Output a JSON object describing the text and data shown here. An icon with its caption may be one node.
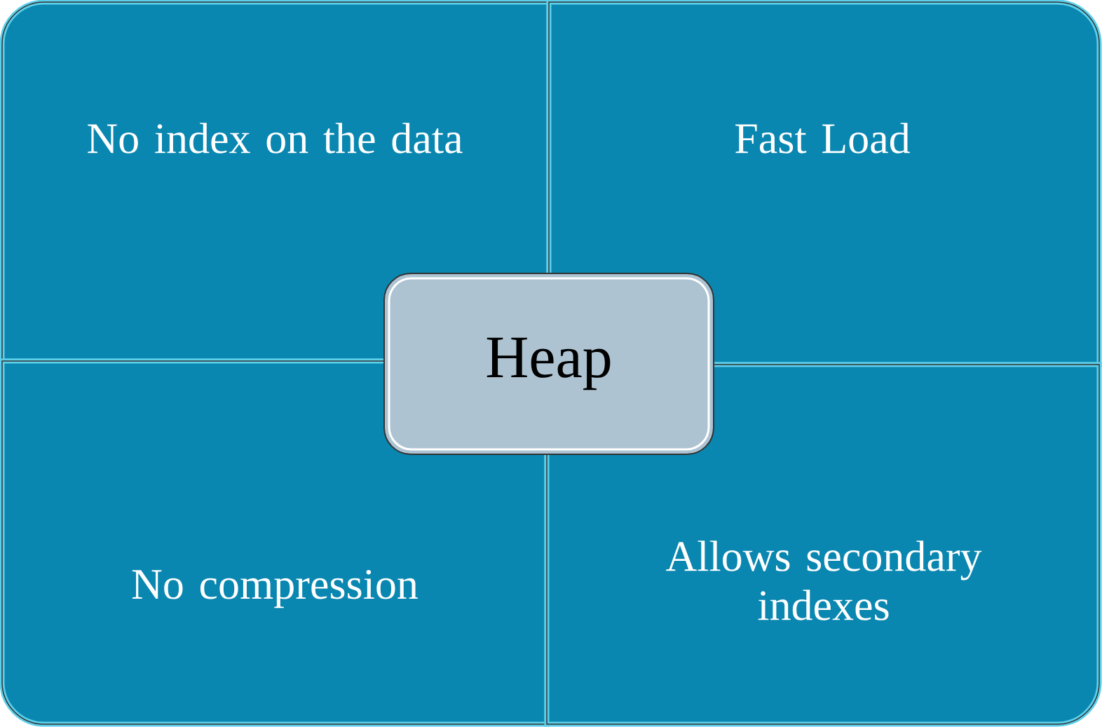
{
  "diagram": {
    "nodes": [
      {
        "text": [
          "No index on the data"
        ]
      },
      {
        "text": [
          "Fast Load"
        ]
      },
      {
        "text": [
          "Heap"
        ]
      },
      {
        "text": [
          "No compression"
        ]
      },
      {
        "text": [
          "Allows secondary indexes"
        ]
      }
    ]
  }
}
